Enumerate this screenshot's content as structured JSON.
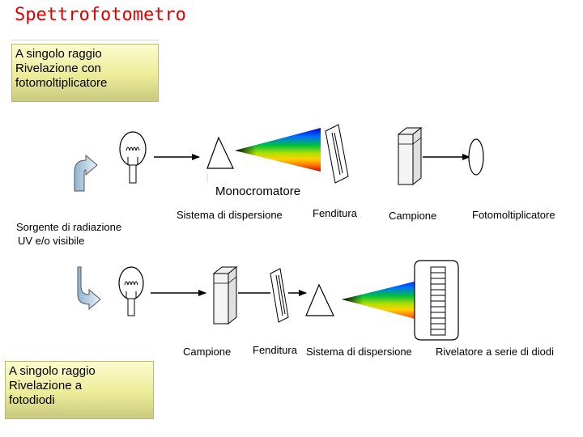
{
  "title": "Spettrofotometro",
  "box_top": {
    "lines": [
      "A singolo raggio",
      "Rivelazione con",
      "fotomoltiplicatore"
    ]
  },
  "box_bottom": {
    "lines": [
      "A singolo raggio",
      "Rivelazione a",
      "fotodiodi"
    ]
  },
  "source_label": [
    "Sorgente di radiazione",
    "UV e/o visibile"
  ],
  "top_labels": {
    "monocromatore": "Monocromatore",
    "dispersione": "Sistema di dispersione",
    "fenditura": "Fenditura",
    "campione": "Campione",
    "fotomoltiplicatore": "Fotomoltiplicatore"
  },
  "bottom_labels": {
    "campione": "Campione",
    "fenditura": "Fenditura",
    "dispersione": "Sistema di dispersione",
    "rivelatore": "Rivelatore a serie di diodi"
  }
}
